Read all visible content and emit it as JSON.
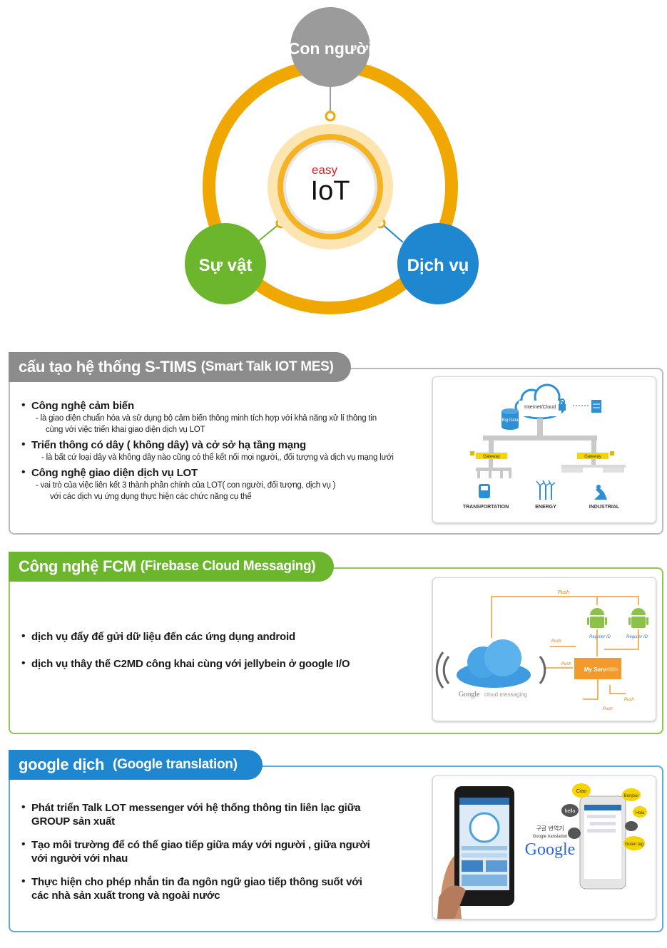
{
  "diagram": {
    "top_node": "Con người",
    "left_node": "Sự vật",
    "right_node": "Dịch vụ",
    "center_small": "easy",
    "center_big": "IoT",
    "colors": {
      "ring": "#F0A800",
      "gray": "#9B9B9B",
      "green": "#6BB62C",
      "blue": "#1F86D0",
      "easy_red": "#E02020"
    }
  },
  "section1": {
    "title": "cấu tạo hệ thống S-TIMS",
    "subtitle": "(Smart Talk IOT MES)",
    "color": "#8C8C8C",
    "items": [
      {
        "title": "Công nghệ cảm biến",
        "desc1": "- là giao diện chuẩn hóa  và  sử dụng bộ cảm biến thông minh tích hợp với khả năng xử lí thông tin",
        "desc2": "cùng với việc triển khai giao diện dịch vụ LOT"
      },
      {
        "title": "Triển thông có dây ( không dây) và cở sở hạ tầng mạng",
        "desc1": "- là bất cứ loại dây và không dây nào cũng có thể kết nối mọi người,, đối tượng và dịch vụ mạng lưới"
      },
      {
        "title": "Công nghệ giao diện dịch vụ  LOT",
        "desc1": "-  vai trò của việc liên kết 3 thành phần chính của LOT( con người, đối tượng, dịch vụ )",
        "desc2": "với các dịch vụ ứng dụng thực hiện các chức năng cụ thể"
      }
    ],
    "figure": {
      "cloud": "Internet/Cloud",
      "db": "Big Data",
      "gw1": "Gateway",
      "gw2": "Gateway",
      "labels": [
        "TRANSPORTATION",
        "ENERGY",
        "INDUSTRIAL"
      ]
    }
  },
  "section2": {
    "title": "Công nghệ FCM",
    "subtitle": "(Firebase Cloud Messaging)",
    "color": "#6BB62C",
    "items": [
      {
        "title": "dịch vụ đẩy để gửi dữ liệu đến các ứng dụng android"
      },
      {
        "title": "dịch vụ thây thế C2MD công khai cùng với jellybein  ở google I/O"
      }
    ],
    "figure": {
      "push": "Push",
      "register": "Register ID",
      "server": "My Server",
      "google": "Google",
      "cloud_messaging": "cloud messaging"
    }
  },
  "section3": {
    "title": "google dịch",
    "subtitle": "(Google translation)",
    "color": "#1F86D0",
    "items": [
      {
        "title": "Phát triển Talk LOT messenger với hệ thống thông tin liên lạc giữa",
        "title2": "GROUP sản xuất"
      },
      {
        "title": "Tạo môi trường để có thể giao tiếp  giữa máy với người , giữa  người",
        "title2": "với người  với nhau"
      },
      {
        "title": "Thực hiện cho phép nhắn tin đa ngôn ngữ  giao tiếp thông suốt với",
        "title2": "các nhà sản xuất trong và ngoài nước"
      }
    ],
    "figure": {
      "korean": "구글 번역기",
      "translation": "Google translation",
      "google": "Google",
      "bubbles": [
        "Ciao",
        "hello",
        "Bonjour",
        "Hola",
        "Guten tag"
      ]
    }
  }
}
